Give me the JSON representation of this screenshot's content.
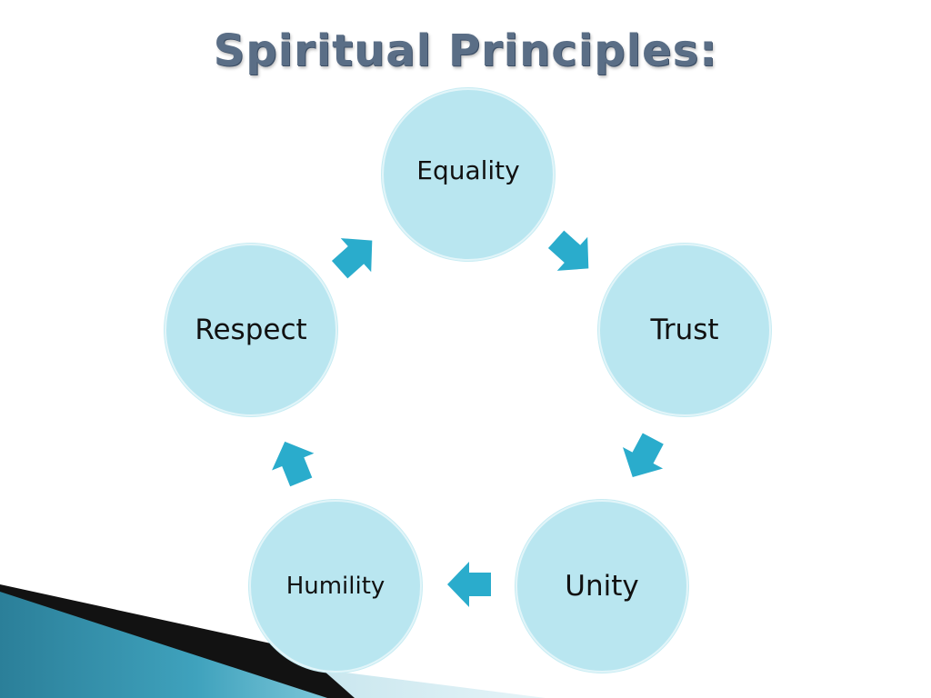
{
  "slide": {
    "title": "Spiritual Principles:"
  },
  "cycle": {
    "nodes": [
      {
        "id": "equality",
        "label": "Equality"
      },
      {
        "id": "trust",
        "label": "Trust"
      },
      {
        "id": "unity",
        "label": "Unity"
      },
      {
        "id": "humility",
        "label": "Humility"
      },
      {
        "id": "respect",
        "label": "Respect"
      }
    ],
    "arrow_color": "#2aaccc",
    "circle_color": "#b9e6f0"
  }
}
